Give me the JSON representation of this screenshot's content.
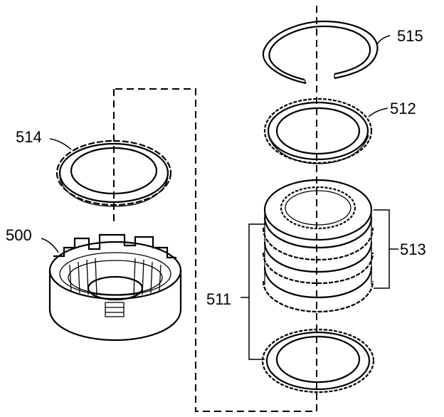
{
  "callouts": {
    "c515": "515",
    "c512": "512",
    "c514": "514",
    "c500": "500",
    "c513": "513",
    "c511": "511"
  },
  "colors": {
    "ink": "#000000",
    "paper": "#ffffff"
  }
}
